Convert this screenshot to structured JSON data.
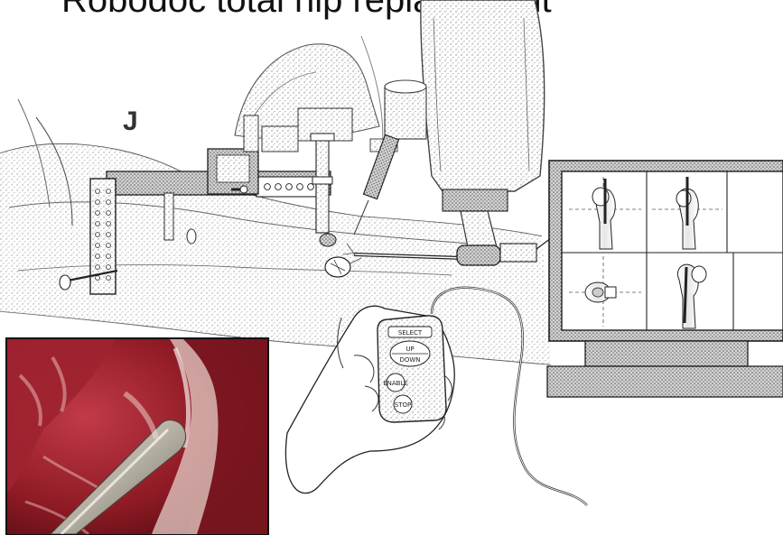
{
  "slide": {
    "title": "Robodoc total hip replacement",
    "panel_letter": "J"
  },
  "controller": {
    "buttons": [
      "SELECT",
      "UP",
      "DOWN",
      "ENABLE",
      "STOP"
    ]
  },
  "monitor": {
    "views": [
      "femur-ap-planning-view",
      "femur-lateral-planning-view",
      "empty-view",
      "femoral-head-axial-view",
      "implant-fit-view",
      "empty-view"
    ]
  },
  "photo": {
    "subject": "intraoperative femoral canal milling"
  }
}
